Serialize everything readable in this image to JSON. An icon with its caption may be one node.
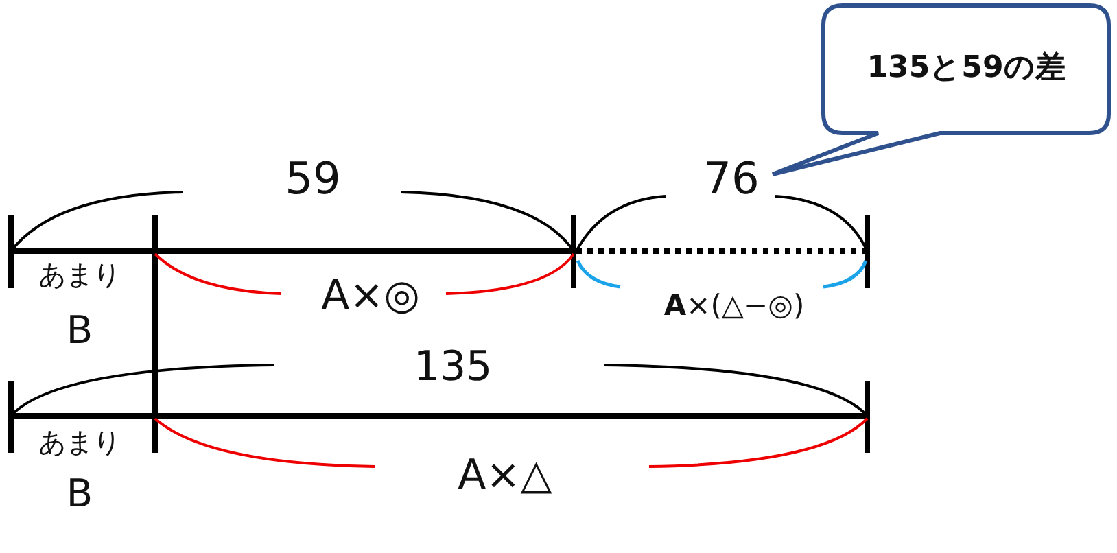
{
  "diagram": {
    "nodes": [
      {
        "text": [
          "135と59の差"
        ]
      }
    ],
    "labels": [
      "59",
      "76",
      "あまり",
      "A×◎",
      "**A**×(△−◎)",
      "B",
      "135",
      "あまり",
      "A×△",
      "B"
    ]
  }
}
